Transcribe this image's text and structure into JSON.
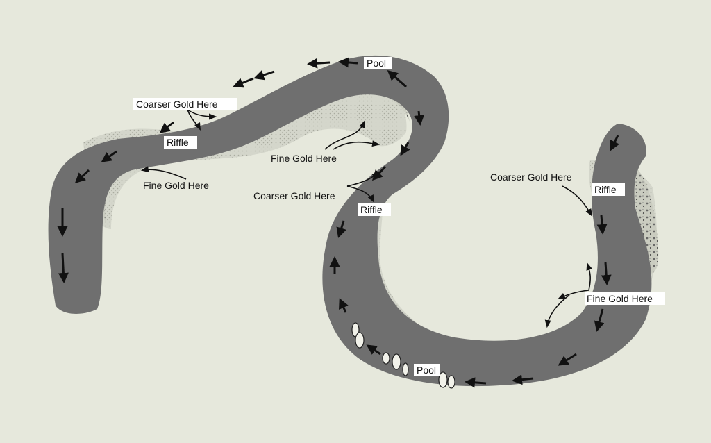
{
  "labels": {
    "pool_top": "Pool",
    "coarser_gold_left": "Coarser Gold Here",
    "riffle_left": "Riffle",
    "fine_gold_left": "Fine Gold Here",
    "fine_gold_middle": "Fine Gold Here",
    "coarser_gold_middle": "Coarser Gold Here",
    "riffle_middle": "Riffle",
    "coarser_gold_right": "Coarser Gold Here",
    "riffle_right": "Riffle",
    "fine_gold_right": "Fine Gold Here",
    "pool_bottom": "Pool"
  },
  "colors": {
    "background": "#e6e8dc",
    "river": "#6f6f6f",
    "sand": "#d9dbd0",
    "gravel": "#cfd1c6",
    "arrow": "#111111",
    "label_box": "#ffffff"
  }
}
